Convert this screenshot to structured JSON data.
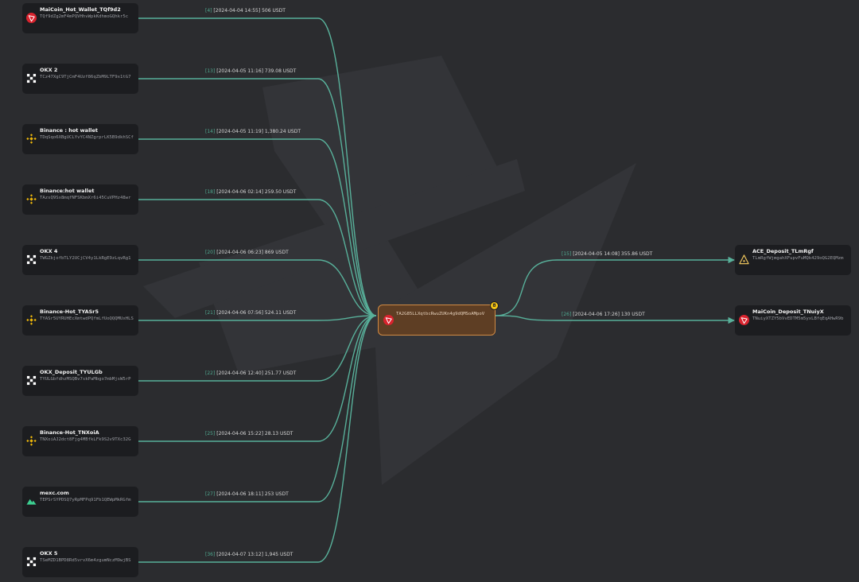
{
  "colors": {
    "background": "#2b2c2f",
    "node_bg": "#1c1d20",
    "edge": "#58b09a",
    "center_bg": "#5e3e24",
    "center_border": "#d08a44",
    "badge": "#f3c316"
  },
  "center": {
    "address": "TA2G85LLXqtbcRwuZUKn4g9dQMSoAMpoV",
    "icon": "tron-icon",
    "badge": "8"
  },
  "sources": [
    {
      "name": "MaiCoin_Hot_Wallet_TQf9d2",
      "address": "TQf9dZg2mF4mPQVHhvWpkKdhmoGQhkr5c",
      "icon": "tron-icon",
      "edge": {
        "id": "[4]",
        "text": "[2024-04-04 14:55] 506 USDT"
      }
    },
    {
      "name": "OKX 2",
      "address": "TCz47XgC9TjCmF4Uzf86qZbM9LTF9x1tG7",
      "icon": "okx-icon",
      "edge": {
        "id": "[13]",
        "text": "[2024-04-05 11:16] 739.08 USDT"
      }
    },
    {
      "name": "Binance : hot wallet",
      "address": "TDqSqo6XBgUCLYvYC4NZgrprLK5B9dkhSCf",
      "icon": "binance-icon",
      "edge": {
        "id": "[14]",
        "text": "[2024-04-05 11:19] 1,380.24 USDT"
      }
    },
    {
      "name": "Binance:hot wallet",
      "address": "TAzsQ9Sx8mqfNFSKbmXr6i45CuVPHz48wr",
      "icon": "binance-icon",
      "edge": {
        "id": "[18]",
        "text": "[2024-04-06 02:14] 259.50 USDT"
      }
    },
    {
      "name": "OKX 4",
      "address": "TWGZbjofbTLY2UCjCV4y1LkRgE9zLqvRg1",
      "icon": "okx-icon",
      "edge": {
        "id": "[20]",
        "text": "[2024-04-06 06:23] 869 USDT"
      }
    },
    {
      "name": "Binance-Hot_TYASr5",
      "address": "TYASr5UYRUHEcXmtwdPQfmLfUoQQQMUxHLS",
      "icon": "binance-icon",
      "edge": {
        "id": "[21]",
        "text": "[2024-04-06 07:56] 524.11 USDT"
      }
    },
    {
      "name": "OKX_Deposit_TYULGb",
      "address": "TYULGbfdhzMSQBv7skPaMbgo7mbMjsW5rP",
      "icon": "okx-icon",
      "edge": {
        "id": "[22]",
        "text": "[2024-04-06 12:40] 251.77 USDT"
      }
    },
    {
      "name": "Binance-Hot_TNXoiA",
      "address": "TNXoiAJ2dct8Fjg4MBfkLFk9S2v9TXc32G",
      "icon": "binance-icon",
      "edge": {
        "id": "[25]",
        "text": "[2024-04-06 15:22] 28.13 USDT"
      }
    },
    {
      "name": "mexc.com",
      "address": "TEPSrSYPDSQ7yRpMFPq91Fb1QEWpMkRGfm",
      "icon": "mexc-icon",
      "edge": {
        "id": "[27]",
        "text": "[2024-04-06 18:11] 253 USDT"
      }
    },
    {
      "name": "OKX 5",
      "address": "TSeMZD1BPD8Rd5vrvX6m4zgumNczM9wjBS",
      "icon": "okx-icon",
      "edge": {
        "id": "[36]",
        "text": "[2024-04-07 13:12] 1,945 USDT"
      }
    }
  ],
  "targets": [
    {
      "name": "ACE_Deposit_TLmRgf",
      "address": "TLmRgfWjmgahXFupvFuMQk429oQG2EQMzm",
      "icon": "ace-icon",
      "edge": {
        "id": "[15]",
        "text": "[2024-04-05 14:08] 355.86 USDT"
      }
    },
    {
      "name": "MaiCoin_Deposit_TNuiyX",
      "address": "TNuiyXTZY5bVvEDTM5m5yxLBfqEqAHwR9b",
      "icon": "tron-icon",
      "edge": {
        "id": "[26]",
        "text": "[2024-04-06 17:26] 130 USDT"
      }
    }
  ]
}
